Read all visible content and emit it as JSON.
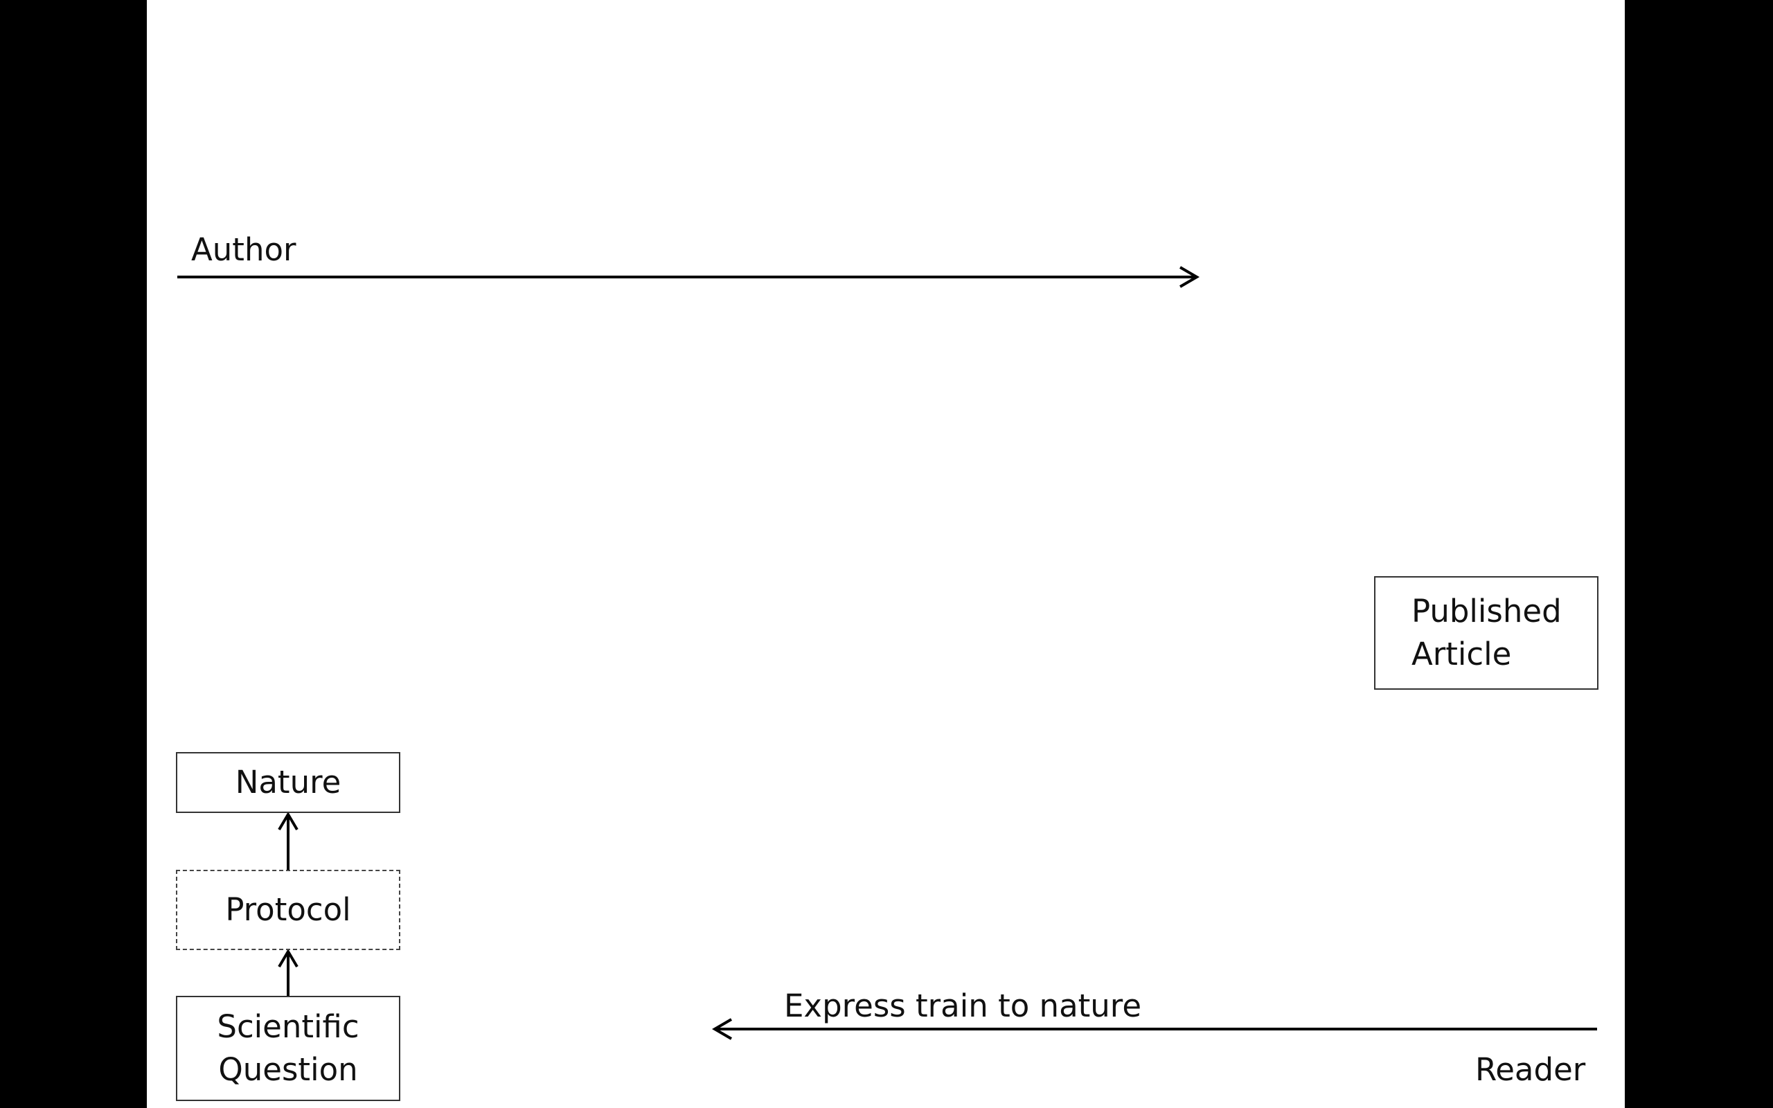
{
  "diagram": {
    "author_label": "Author",
    "reader_label": "Reader",
    "express_label": "Express train to nature",
    "boxes": {
      "nature": "Nature",
      "protocol": "Protocol",
      "question": "Scientific\nQuestion",
      "article": "Published\nArticle"
    }
  },
  "colors": {
    "background": "#000000",
    "canvas": "#ffffff",
    "ink": "#111111"
  }
}
